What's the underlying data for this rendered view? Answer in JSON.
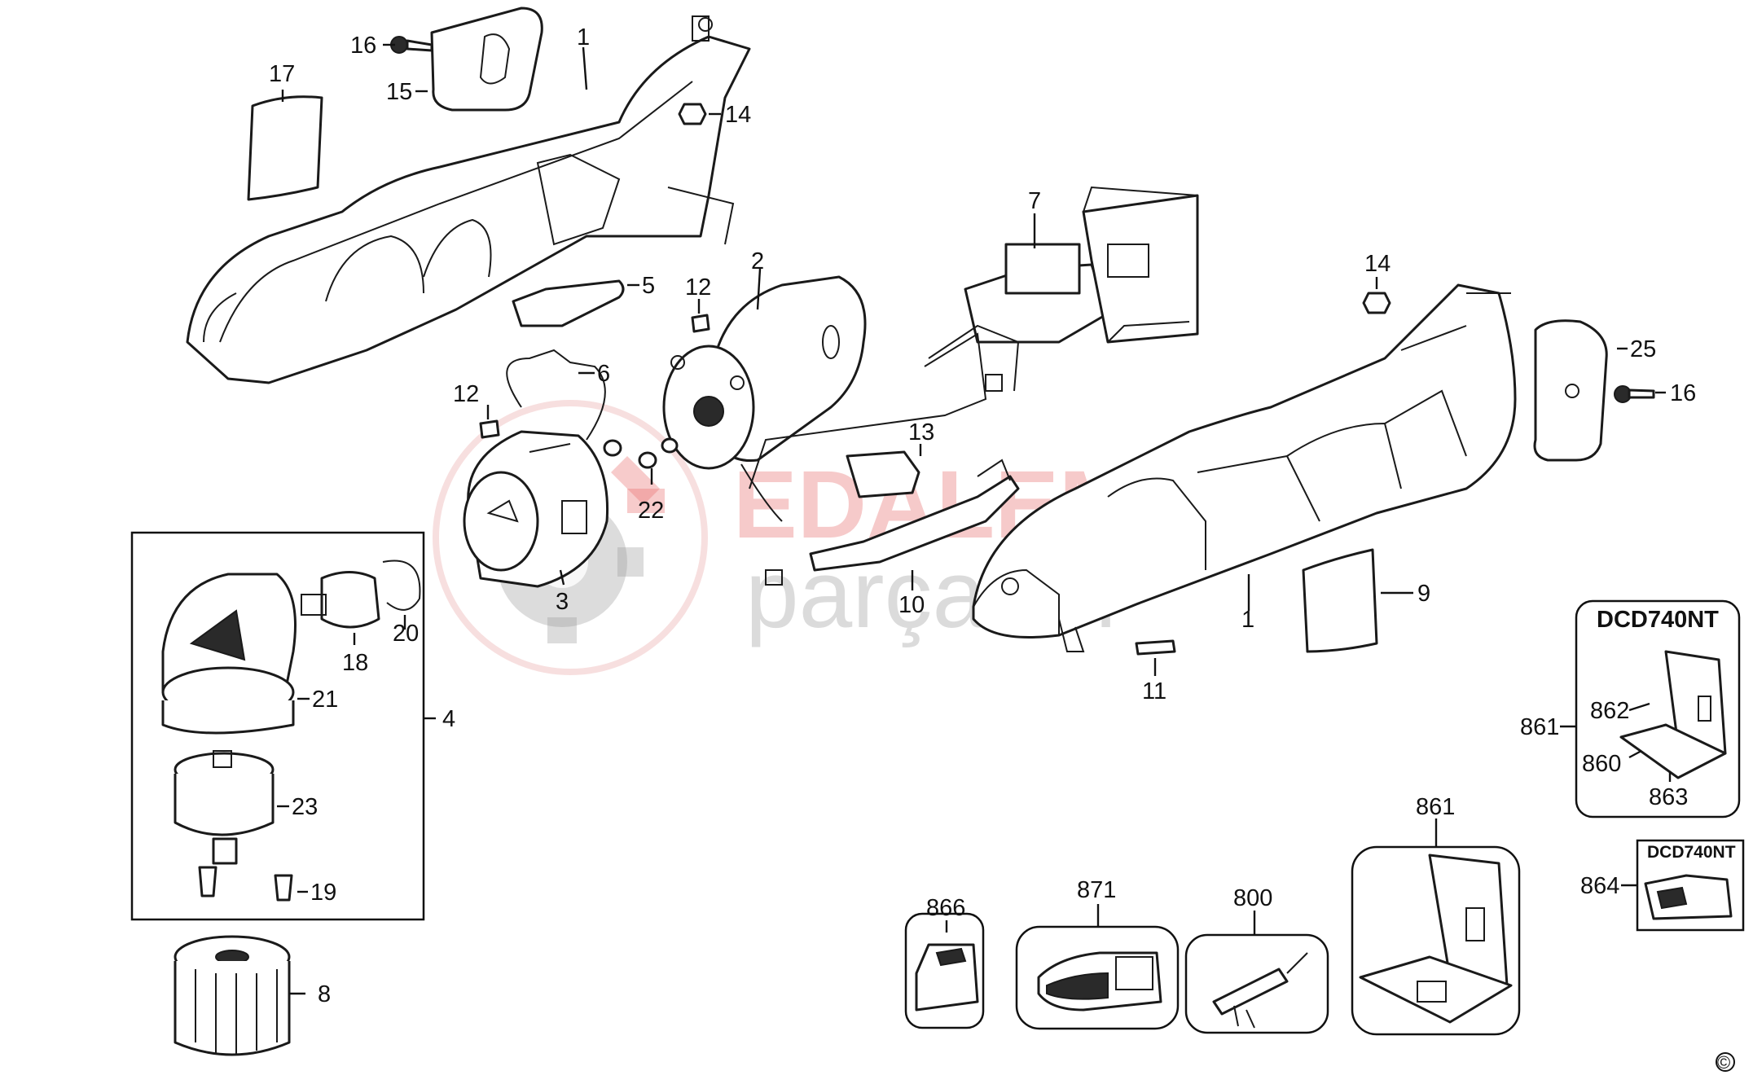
{
  "diagram": {
    "watermark": {
      "brand": "EDALEM",
      "tagline": "parçaları"
    },
    "copyright": "©",
    "parts": [
      {
        "id": "p1-housing-left",
        "label": "1"
      },
      {
        "id": "p1-housing-right",
        "label": "1"
      },
      {
        "id": "p2",
        "label": "2"
      },
      {
        "id": "p3",
        "label": "3"
      },
      {
        "id": "p4",
        "label": "4"
      },
      {
        "id": "p5",
        "label": "5"
      },
      {
        "id": "p6",
        "label": "6"
      },
      {
        "id": "p7",
        "label": "7"
      },
      {
        "id": "p8",
        "label": "8"
      },
      {
        "id": "p9",
        "label": "9"
      },
      {
        "id": "p10",
        "label": "10"
      },
      {
        "id": "p11",
        "label": "11"
      },
      {
        "id": "p12a",
        "label": "12"
      },
      {
        "id": "p12b",
        "label": "12"
      },
      {
        "id": "p13",
        "label": "13"
      },
      {
        "id": "p14a",
        "label": "14"
      },
      {
        "id": "p14b",
        "label": "14"
      },
      {
        "id": "p15",
        "label": "15"
      },
      {
        "id": "p16a",
        "label": "16"
      },
      {
        "id": "p16b",
        "label": "16"
      },
      {
        "id": "p17",
        "label": "17"
      },
      {
        "id": "p18",
        "label": "18"
      },
      {
        "id": "p19",
        "label": "19"
      },
      {
        "id": "p20",
        "label": "20"
      },
      {
        "id": "p21",
        "label": "21"
      },
      {
        "id": "p22",
        "label": "22"
      },
      {
        "id": "p23",
        "label": "23"
      },
      {
        "id": "p25",
        "label": "25"
      },
      {
        "id": "p800",
        "label": "800"
      },
      {
        "id": "p860",
        "label": "860"
      },
      {
        "id": "p861a",
        "label": "861"
      },
      {
        "id": "p861b",
        "label": "861"
      },
      {
        "id": "p862",
        "label": "862"
      },
      {
        "id": "p863",
        "label": "863"
      },
      {
        "id": "p864",
        "label": "864"
      },
      {
        "id": "p866",
        "label": "866"
      },
      {
        "id": "p871",
        "label": "871"
      }
    ],
    "kit_boxes": [
      {
        "id": "kit-large",
        "title": "DCD740NT"
      },
      {
        "id": "kit-small",
        "title": "DCD740NT"
      }
    ]
  }
}
